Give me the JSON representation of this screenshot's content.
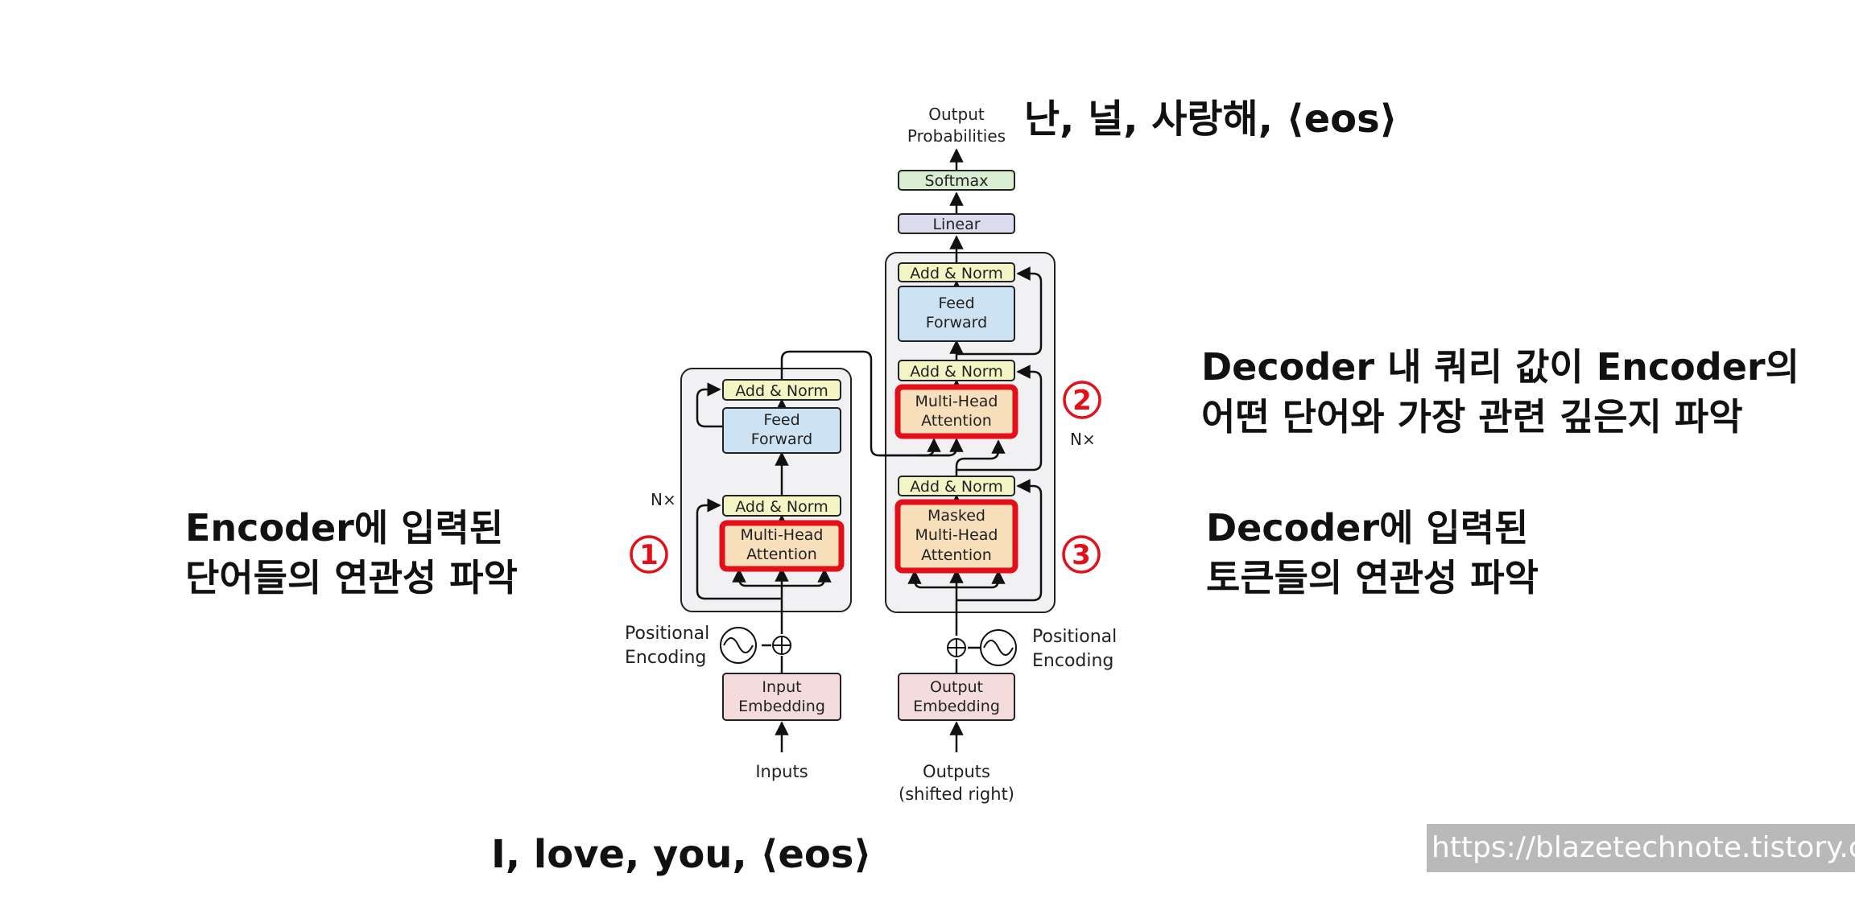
{
  "diagram": {
    "output_probabilities": [
      "Output",
      "Probabilities"
    ],
    "softmax": "Softmax",
    "linear": "Linear",
    "add_norm": "Add & Norm",
    "feed_forward": [
      "Feed",
      "Forward"
    ],
    "multi_head_attention": [
      "Multi-Head",
      "Attention"
    ],
    "masked_multi_head_attention": [
      "Masked",
      "Multi-Head",
      "Attention"
    ],
    "nx": "N×",
    "positional_encoding": [
      "Positional",
      "Encoding"
    ],
    "input_embedding": [
      "Input",
      "Embedding"
    ],
    "output_embedding": [
      "Output",
      "Embedding"
    ],
    "inputs": "Inputs",
    "outputs": [
      "Outputs",
      "(shifted right)"
    ],
    "markers": [
      "①",
      "②",
      "③"
    ]
  },
  "annotations": {
    "encoder_self_attention": [
      "Encoder에 입력된",
      "단어들의 연관성 파악"
    ],
    "decoder_cross_attention": [
      "Decoder 내 쿼리 값이 Encoder의",
      "어떤 단어와 가장 관련 깊은지 파악"
    ],
    "decoder_self_attention": [
      "Decoder에 입력된",
      "토큰들의 연관성 파악"
    ],
    "output_tokens": "난, 널, 사랑해, ⟨eos⟩",
    "input_tokens": "I, love, you, ⟨eos⟩"
  },
  "watermark": "https://blazetechnote.tistory.com",
  "colors": {
    "highlight_red": "#e3101a",
    "add_norm_fill": "#f4f5c4",
    "feed_forward_fill": "#cde3f3",
    "attention_fill": "#f8dfbb",
    "embedding_fill": "#f4dcdc",
    "linear_fill": "#dcdcef",
    "softmax_fill": "#d8edd2",
    "stack_fill": "#f1f1f3"
  }
}
